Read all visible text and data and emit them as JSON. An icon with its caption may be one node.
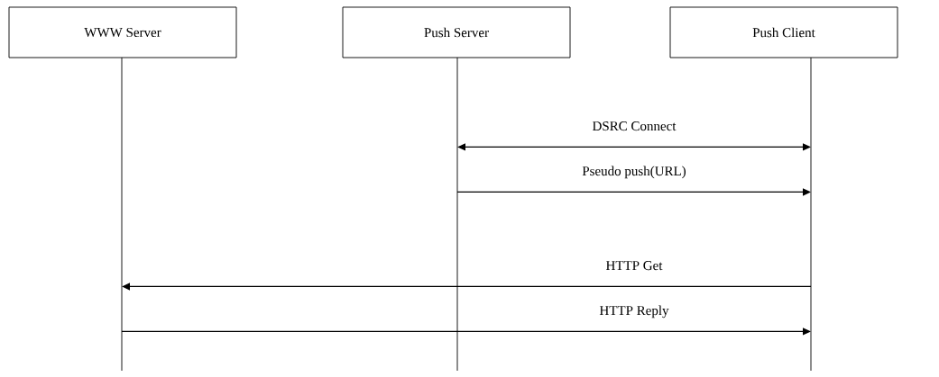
{
  "diagram": {
    "nodes": [
      {
        "text": [
          "WWW Server"
        ]
      },
      {
        "text": [
          "Push Server"
        ]
      },
      {
        "text": [
          "Push Client"
        ]
      }
    ],
    "edges": [
      {
        "from": 1,
        "to": 2,
        "arrow": "both",
        "label": "DSRC Connect"
      },
      {
        "from": 1,
        "to": 2,
        "arrow": "to",
        "label": "Pseudo push(URL)"
      },
      {
        "from": 2,
        "to": 0,
        "arrow": "to",
        "label": "HTTP Get"
      },
      {
        "from": 0,
        "to": 2,
        "arrow": "to",
        "label": "HTTP Reply"
      }
    ]
  }
}
